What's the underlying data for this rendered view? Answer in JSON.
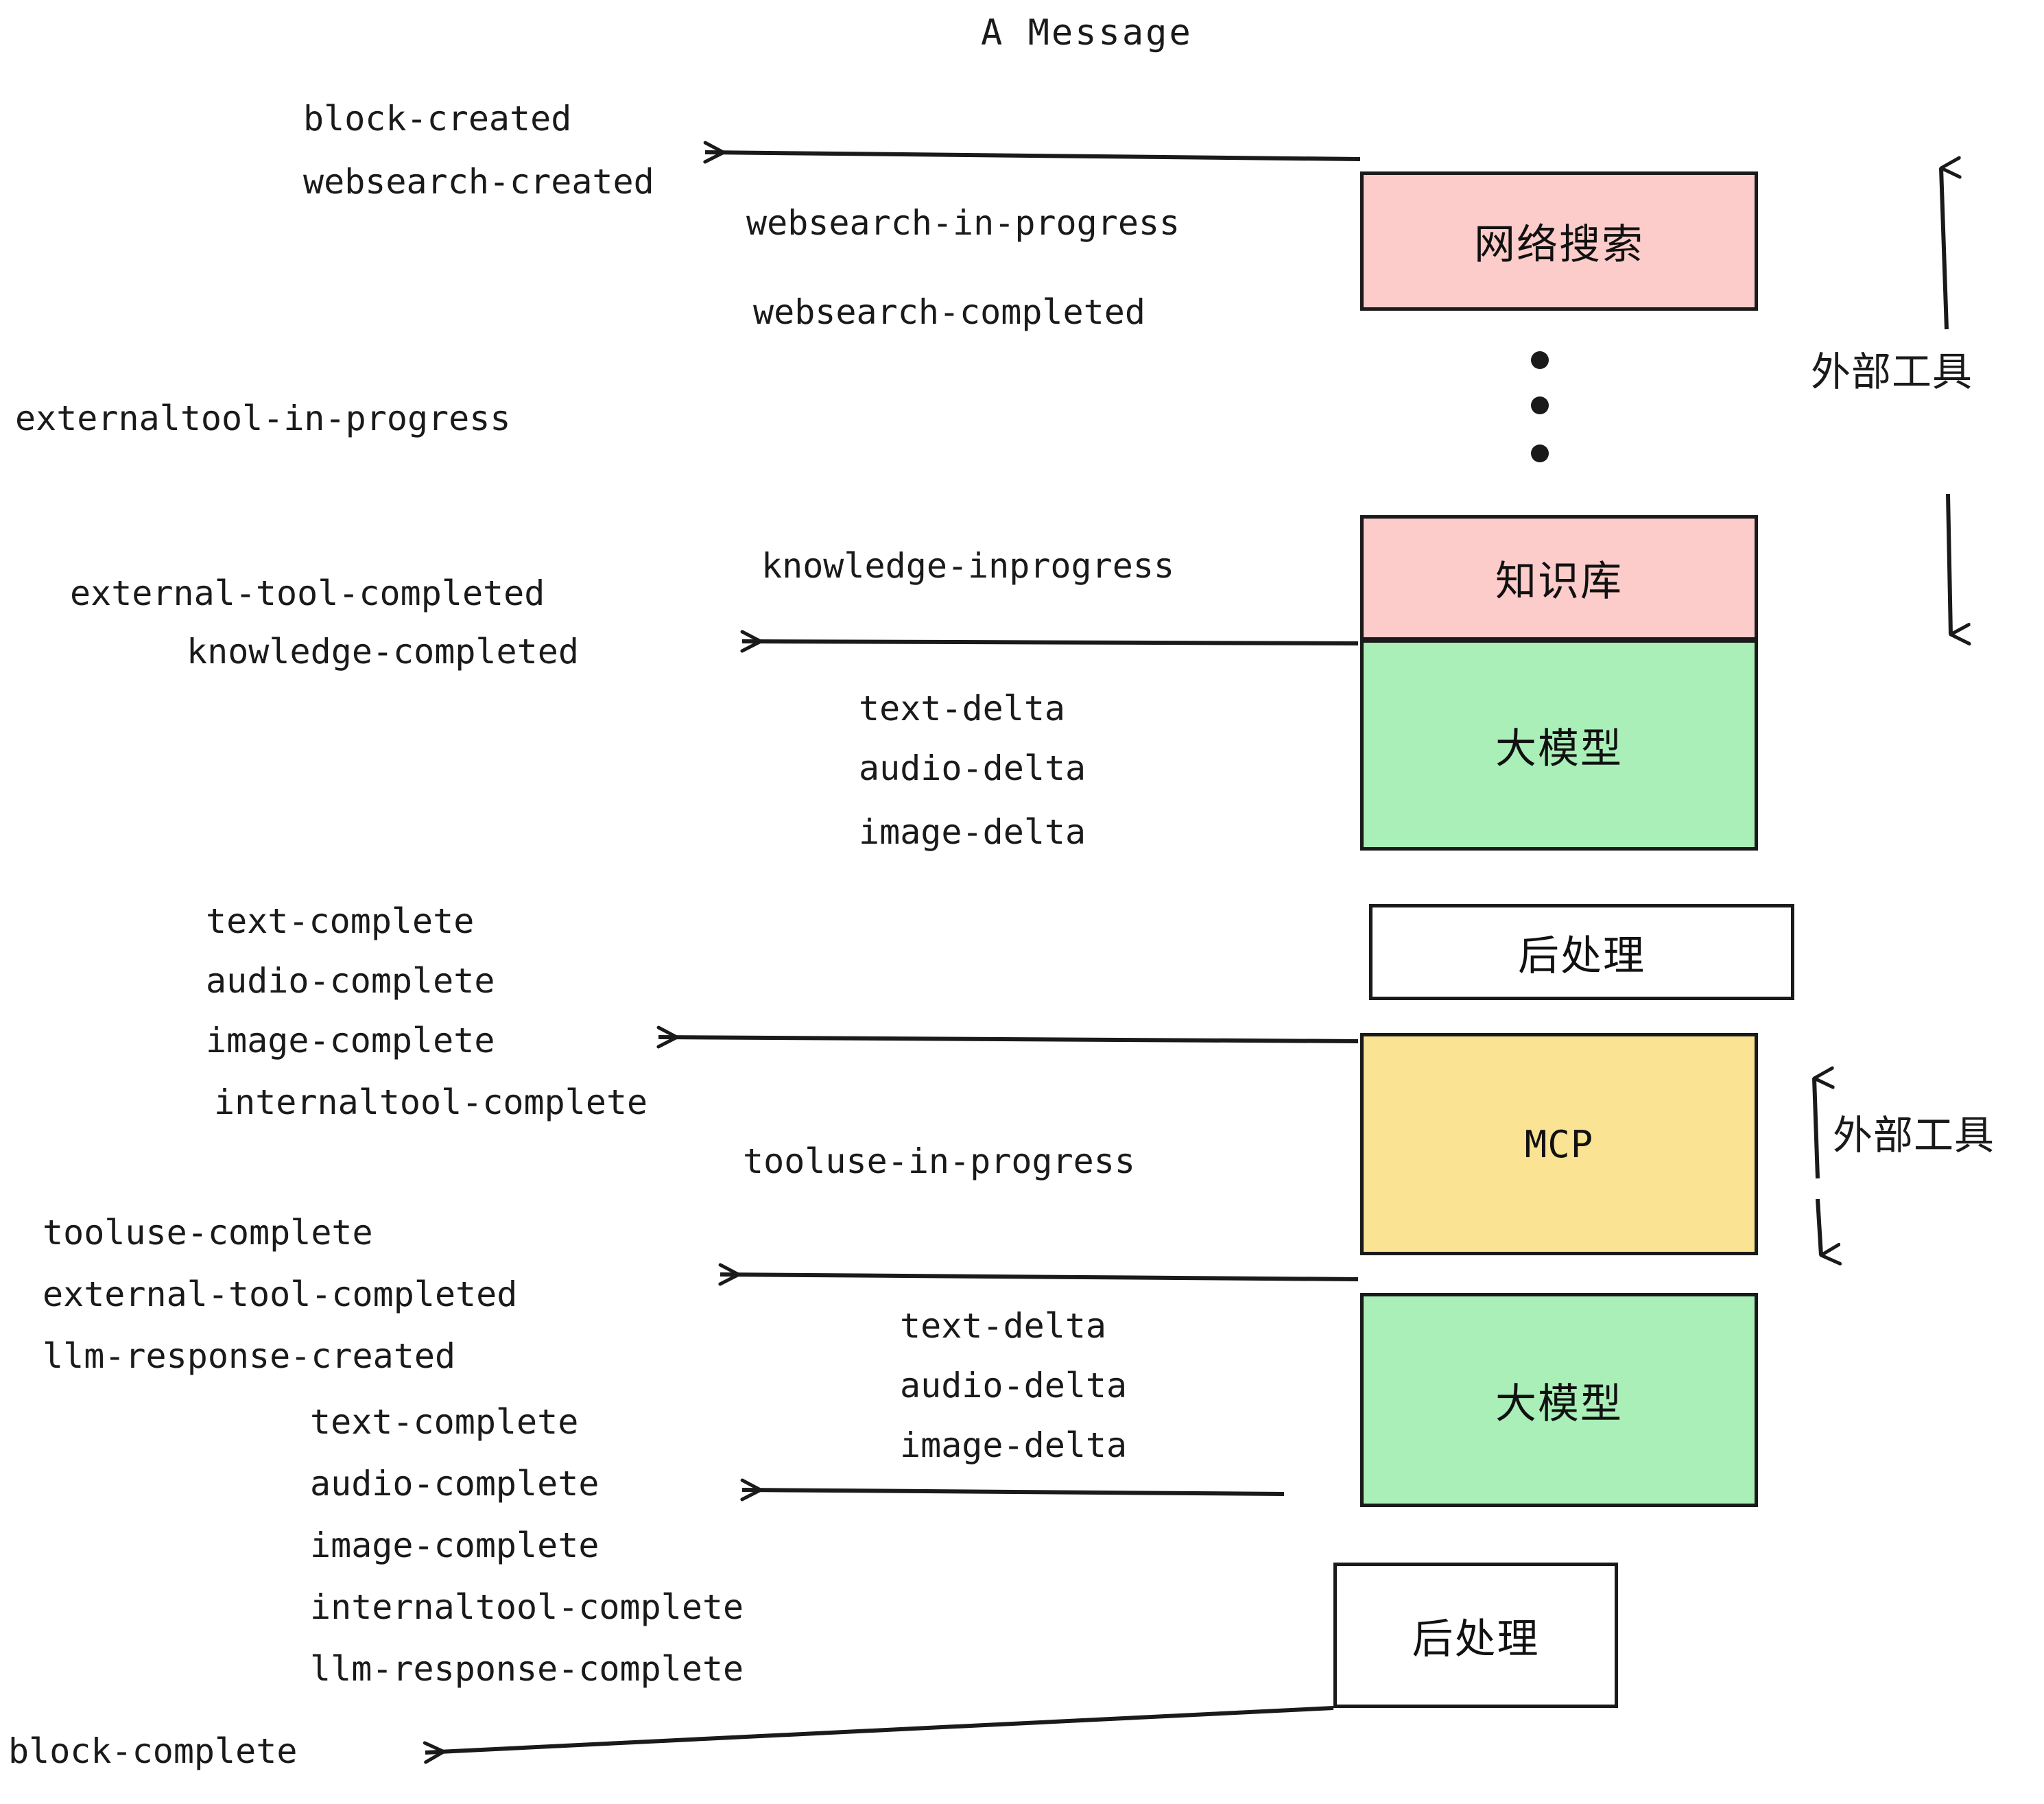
{
  "title": "A Message",
  "colors": {
    "pink": "#fcccca",
    "green": "#aaeeb8",
    "yellow": "#fae392",
    "white": "#ffffff",
    "stroke": "#1a1a1a",
    "text": "#1a1a1a"
  },
  "boxes": [
    {
      "id": "websearch",
      "label": "网络搜索",
      "fill": "#fcccca"
    },
    {
      "id": "knowledge",
      "label": "知识库",
      "fill": "#fcccca"
    },
    {
      "id": "llm-top",
      "label": "大模型",
      "fill": "#aaeeb8"
    },
    {
      "id": "postproc-top",
      "label": "后处理",
      "fill": "#ffffff"
    },
    {
      "id": "mcp",
      "label": "MCP",
      "fill": "#fae392"
    },
    {
      "id": "llm-bottom",
      "label": "大模型",
      "fill": "#aaeeb8"
    },
    {
      "id": "postproc-bottom",
      "label": "后处理",
      "fill": "#ffffff"
    }
  ],
  "side_labels": [
    {
      "id": "external-tools-top",
      "label": "外部工具"
    },
    {
      "id": "external-tools-bottom",
      "label": "外部工具"
    }
  ],
  "events": {
    "block_created": "block-created",
    "websearch_created": "websearch-created",
    "websearch_in_progress": "websearch-in-progress",
    "websearch_completed": "websearch-completed",
    "externaltool_in_progress": "externaltool-in-progress",
    "knowledge_inprogress": "knowledge-inprogress",
    "external_tool_completed_1": "external-tool-completed",
    "knowledge_completed": "knowledge-completed",
    "text_delta_1": "text-delta",
    "audio_delta_1": "audio-delta",
    "image_delta_1": "image-delta",
    "text_complete_1": "text-complete",
    "audio_complete_1": "audio-complete",
    "image_complete_1": "image-complete",
    "internaltool_complete_1": "internaltool-complete",
    "tooluse_in_progress": "tooluse-in-progress",
    "tooluse_complete": "tooluse-complete",
    "external_tool_completed_2": "external-tool-completed",
    "llm_response_created": "llm-response-created",
    "text_delta_2": "text-delta",
    "audio_delta_2": "audio-delta",
    "image_delta_2": "image-delta",
    "text_complete_2": "text-complete",
    "audio_complete_2": "audio-complete",
    "image_complete_2": "image-complete",
    "internaltool_complete_2": "internaltool-complete",
    "llm_response_complete": "llm-response-complete",
    "block_complete": "block-complete"
  },
  "ellipsis_dots": 3
}
